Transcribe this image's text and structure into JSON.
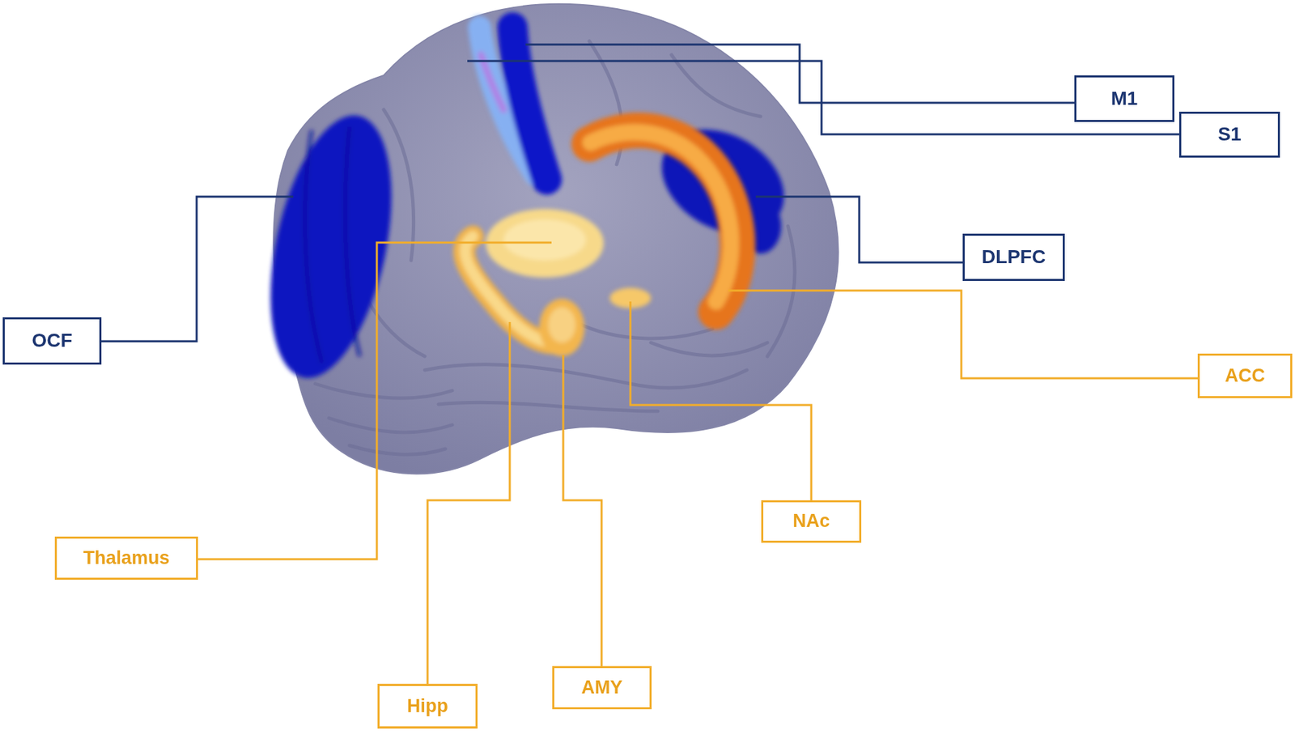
{
  "diagram": {
    "nodes": [
      {
        "text": [
          "M1"
        ]
      },
      {
        "text": [
          "S1"
        ]
      },
      {
        "text": [
          "DLPFC"
        ]
      },
      {
        "text": [
          "OCF"
        ]
      },
      {
        "text": [
          "ACC"
        ]
      },
      {
        "text": [
          "NAc"
        ]
      },
      {
        "text": [
          "Thalamus"
        ]
      },
      {
        "text": [
          "AMY"
        ]
      },
      {
        "text": [
          "Hipp"
        ]
      }
    ]
  }
}
